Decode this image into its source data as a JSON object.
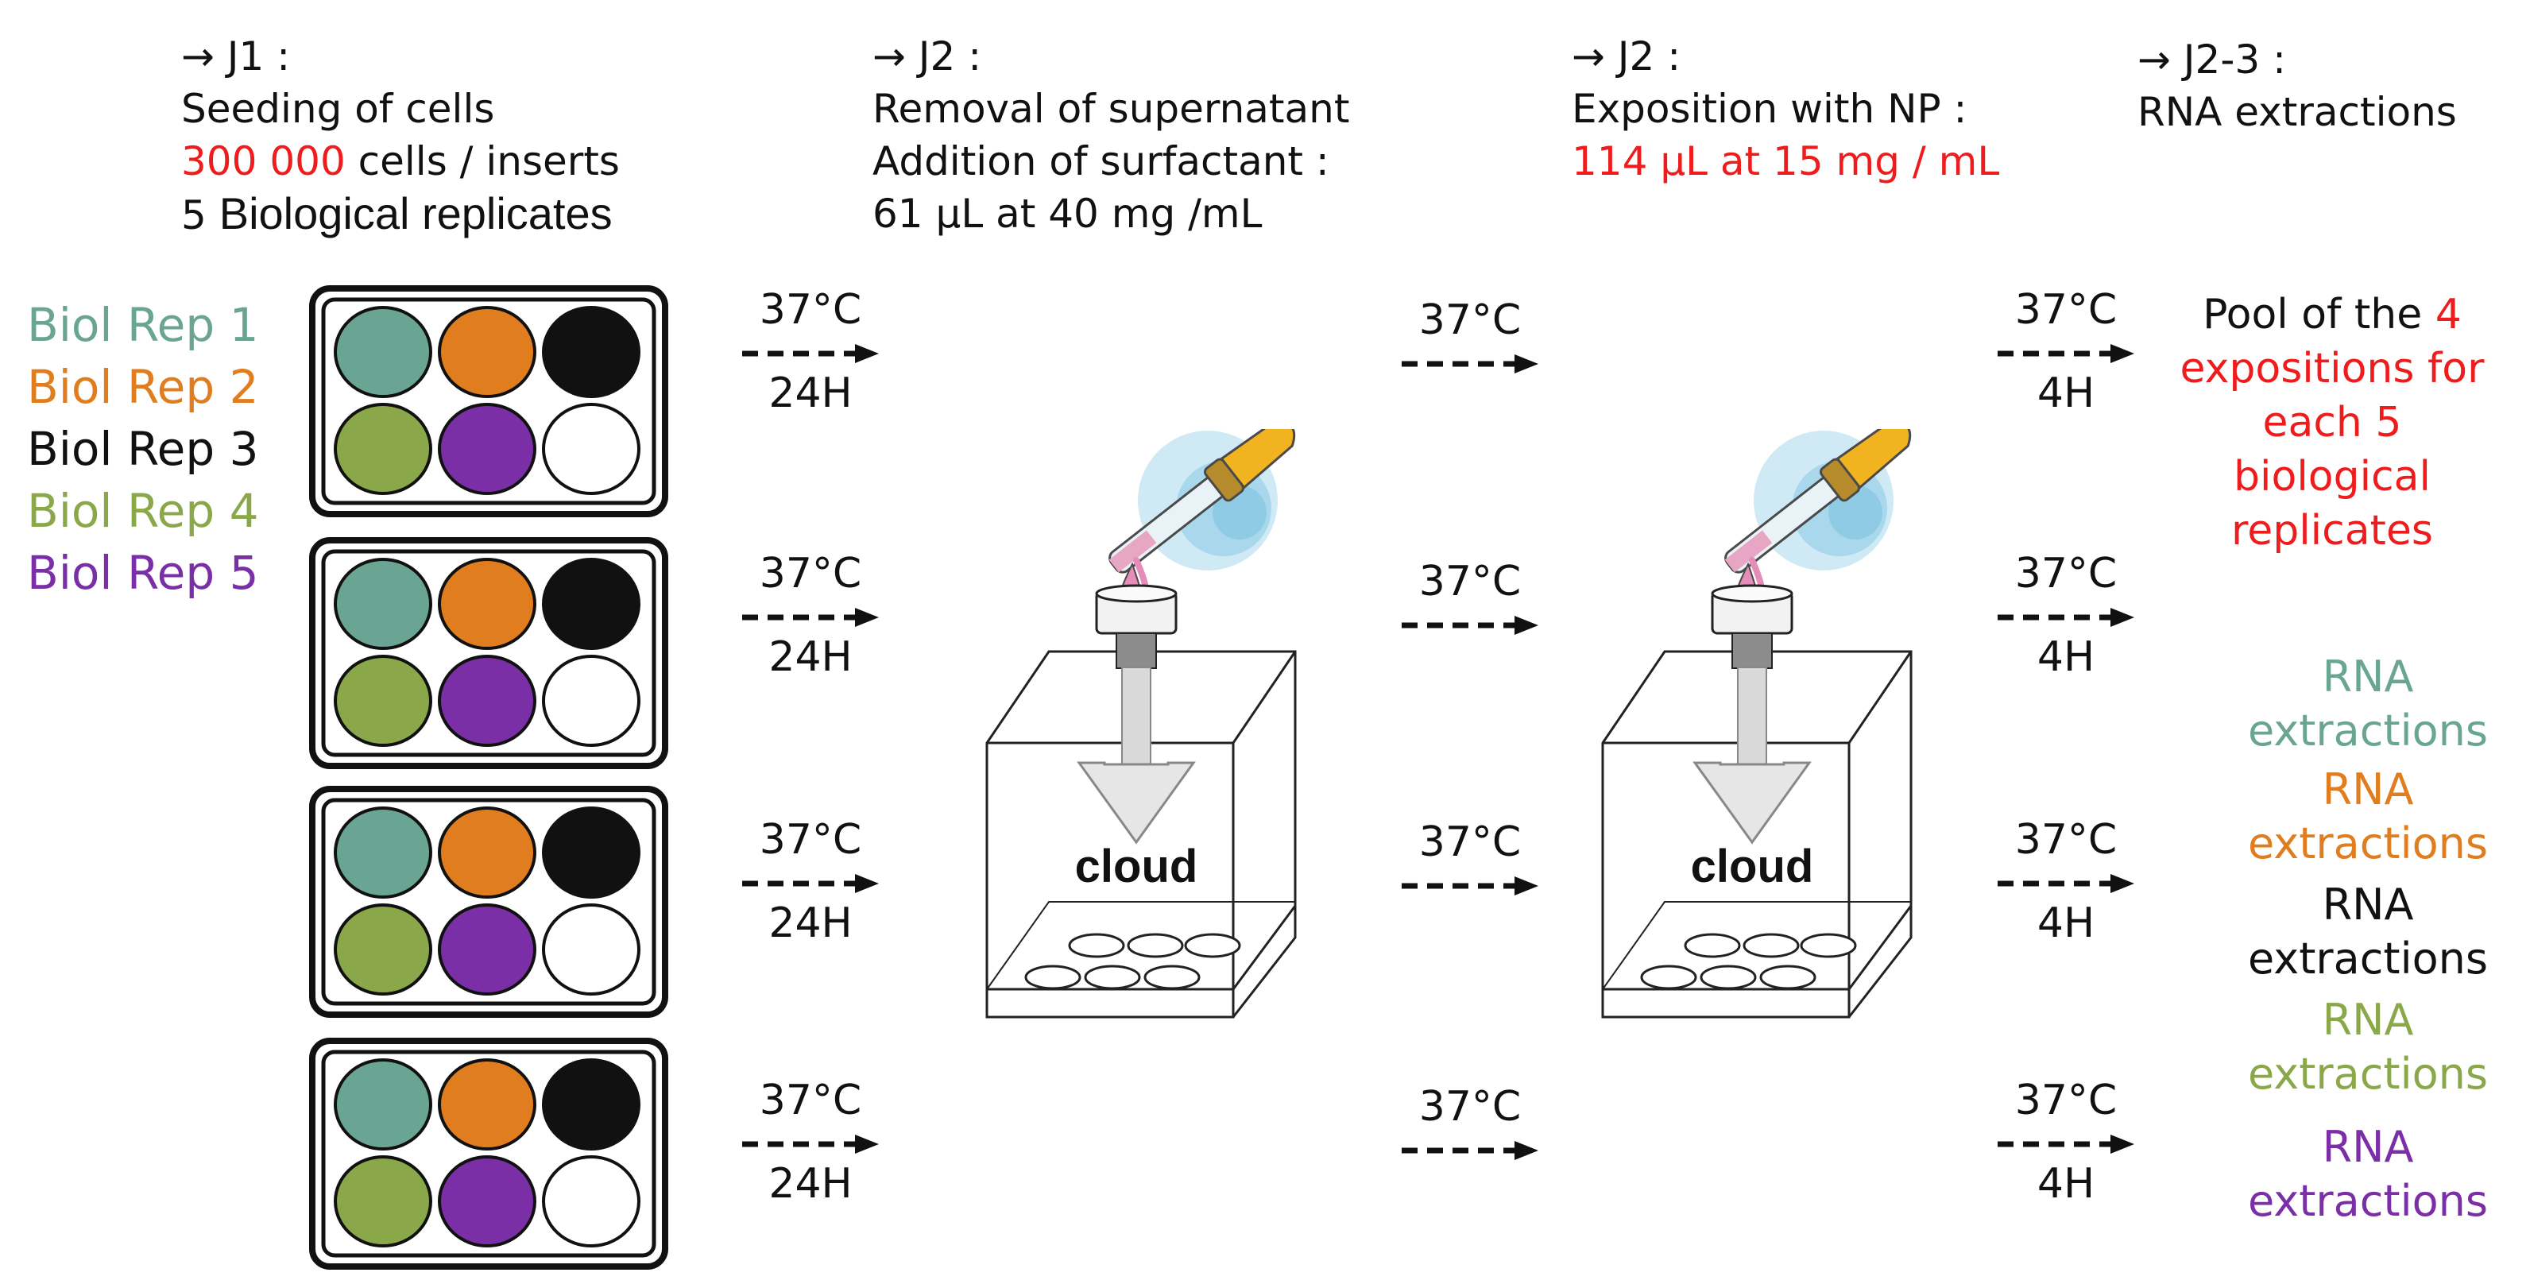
{
  "steps": [
    {
      "header": "→ J1 :",
      "lines": [
        {
          "prefix": "Seeding of cells",
          "highlight": "",
          "suffix": ""
        },
        {
          "prefix": "",
          "highlight": "300 000",
          "suffix": " cells / inserts"
        },
        {
          "prefix": "5 ",
          "highlight": "",
          "suffix": "Biological replicates"
        }
      ]
    },
    {
      "header": "→ J2 :",
      "lines": [
        {
          "prefix": "Removal of supernatant",
          "highlight": "",
          "suffix": ""
        },
        {
          "prefix": "Addition of surfactant :",
          "highlight": "",
          "suffix": ""
        },
        {
          "prefix": "61 µL at 40 mg /mL",
          "highlight": "",
          "suffix": ""
        }
      ]
    },
    {
      "header": "→ J2 :",
      "lines": [
        {
          "prefix": "Exposition with NP :",
          "highlight": "",
          "suffix": ""
        },
        {
          "prefix": "",
          "highlight": "114 µL at 15 mg / mL",
          "suffix": ""
        }
      ]
    },
    {
      "header": "→ J2-3 :",
      "lines": [
        {
          "prefix": "RNA extractions",
          "highlight": "",
          "suffix": ""
        }
      ]
    }
  ],
  "colors": {
    "rep1": "#6aa593",
    "rep2": "#e07d1e",
    "rep3": "#111111",
    "rep4": "#8aa84a",
    "rep5": "#7b2fa6",
    "red": "#ee1c1c"
  },
  "legend": [
    "Biol Rep 1",
    "Biol Rep 2",
    "Biol Rep 3",
    "Biol Rep 4",
    "Biol Rep 5"
  ],
  "arrows": {
    "col1": {
      "temp": "37°C",
      "time": "24H"
    },
    "col2": {
      "temp": "37°C"
    },
    "col3": {
      "temp": "37°C",
      "time": "4H"
    }
  },
  "chamber_label": "cloud",
  "pool": {
    "p1": "Pool of the ",
    "n1": "4",
    "p2": " expositions for each 5 biological replicates"
  },
  "rna": [
    {
      "line1": "RNA",
      "line2": "extractions",
      "color": "#6aa593"
    },
    {
      "line1": "RNA",
      "line2": "extractions",
      "color": "#e07d1e"
    },
    {
      "line1": "RNA",
      "line2": "extractions",
      "color": "#111111"
    },
    {
      "line1": "RNA",
      "line2": "extractions",
      "color": "#8aa84a"
    },
    {
      "line1": "RNA",
      "line2": "extractions",
      "color": "#7b2fa6"
    }
  ]
}
